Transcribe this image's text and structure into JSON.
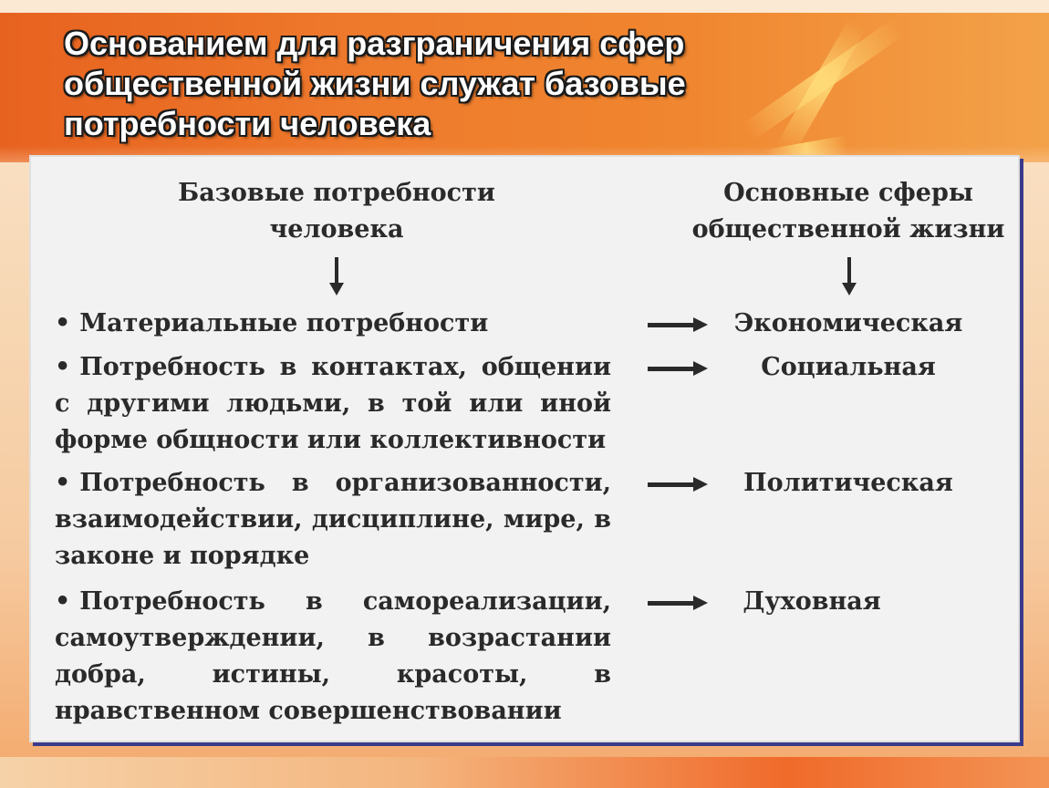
{
  "title": "Основанием для разграничения сфер общественной жизни служат базовые потребности человека",
  "table": {
    "left_header_line1": "Базовые потребности",
    "left_header_line2": "человека",
    "right_header_line1": "Основные сферы",
    "right_header_line2": "общественной жизни",
    "bullet": "•",
    "rows": [
      {
        "need": "Материальные потребности",
        "sphere": "Экономическая"
      },
      {
        "need": "Потребность в контактах, общении с другими людьми, в той или иной форме общности или коллективности",
        "sphere": "Социальная"
      },
      {
        "need": "Потребность в организованности, взаимодействии, дисциплине, мире, в законе и порядке",
        "sphere": "Политическая"
      },
      {
        "need": "Потребность в самореализации, самоутверждении, в возрастании добра, истины, красоты, в нравственном совершенствовании",
        "sphere": "Духовная"
      }
    ]
  },
  "colors": {
    "band": "#ee7a2c",
    "panel": "#f2f2f2",
    "panel_shadow": "#3a3a8a",
    "text": "#2a2a2a"
  }
}
